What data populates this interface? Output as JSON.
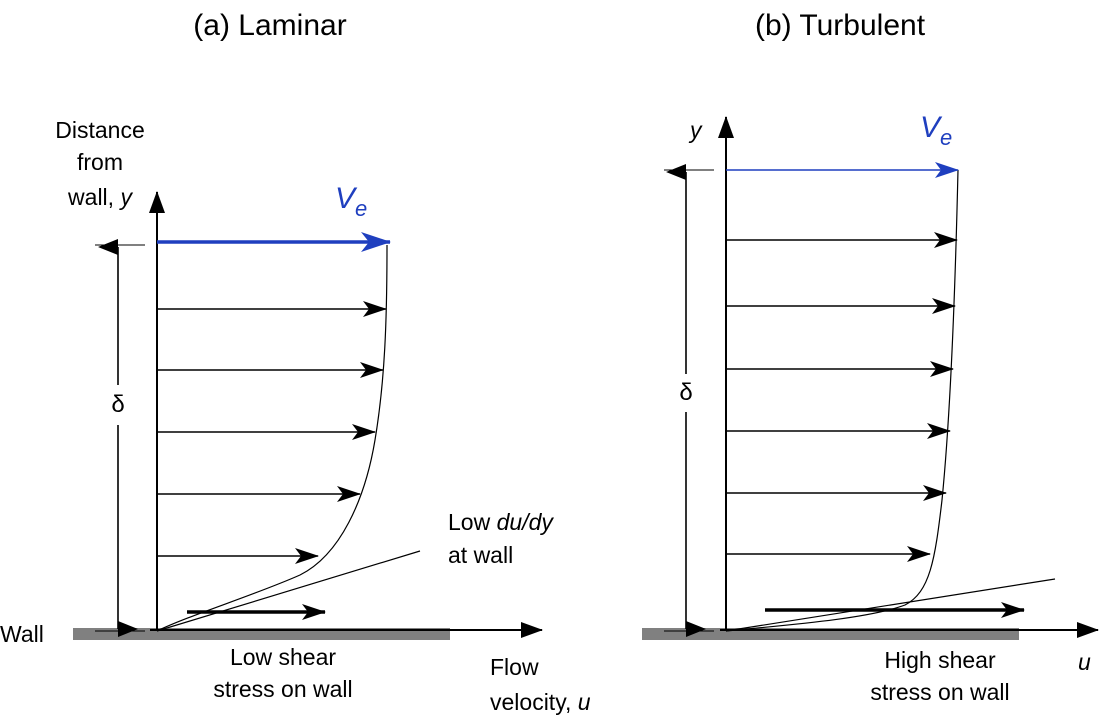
{
  "laminar": {
    "title": "(a) Laminar",
    "y_axis_label_line1": "Distance",
    "y_axis_label_line2": "from",
    "y_axis_label_line3_prefix": "wall, ",
    "y_axis_label_line3_var": "y",
    "edge_velocity_symbol": "V",
    "edge_velocity_subscript": "e",
    "thickness_symbol": "δ",
    "wall_label": "Wall",
    "gradient_note_prefix": "Low ",
    "gradient_note_var": "du/dy",
    "gradient_note_line2": "at wall",
    "shear_note_line1": "Low shear",
    "shear_note_line2": "stress on wall",
    "x_axis_label_line1": "Flow",
    "x_axis_label_line2_prefix": "velocity, ",
    "x_axis_label_line2_var": "u"
  },
  "turbulent": {
    "title": "(b) Turbulent",
    "y_axis_label": "y",
    "edge_velocity_symbol": "V",
    "edge_velocity_subscript": "e",
    "thickness_symbol": "δ",
    "shear_note_line1": "High shear",
    "shear_note_line2": "stress on wall",
    "x_axis_label": "u"
  },
  "colors": {
    "edge_velocity": "#1f3fbf",
    "line": "#000000",
    "wall": "#808080"
  }
}
